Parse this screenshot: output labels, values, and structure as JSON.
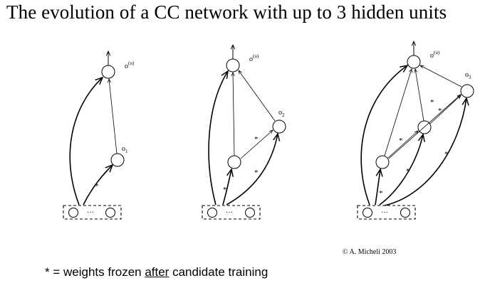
{
  "title": "The evolution of a CC network with up to 3 hidden  units",
  "credit": "© A. Micheli 2003",
  "legend": {
    "prefix": "* = weights frozen ",
    "underlined": "after",
    "suffix": " candidate training"
  },
  "networks": [
    {
      "output_label": "o",
      "output_sup": "(u)",
      "hidden_labels": [
        {
          "base": "o",
          "sub": "1"
        }
      ],
      "input_dots": "···"
    },
    {
      "output_label": "o",
      "output_sup": "(u)",
      "hidden_labels": [
        {
          "base": "o",
          "sub": "2"
        }
      ],
      "input_dots": "···"
    },
    {
      "output_label": "o",
      "output_sup": "(u)",
      "hidden_labels": [
        {
          "base": "o",
          "sub": "3"
        }
      ],
      "input_dots": "···"
    }
  ],
  "frozen_mark": "*"
}
